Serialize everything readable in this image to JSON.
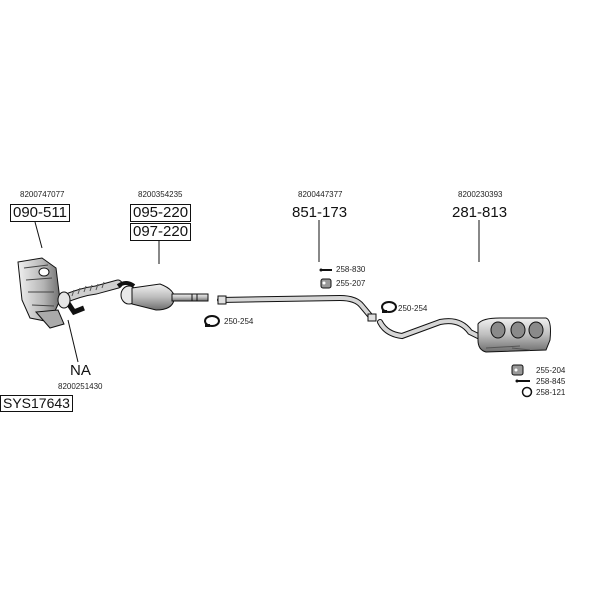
{
  "parts": {
    "manifold": {
      "ref": "8200747077",
      "code": "090-511"
    },
    "catalyst": {
      "ref": "8200354235",
      "codes": [
        "095-220",
        "097-220"
      ]
    },
    "center_pipe": {
      "ref": "8200447377",
      "code": "851-173"
    },
    "rear_silencer": {
      "ref": "8200230393",
      "code": "281-813"
    },
    "front_pipe": {
      "ref": "8200251430",
      "code": "NA"
    }
  },
  "hardware": {
    "bolt_center": "258-830",
    "rubber_center": "255-207",
    "clamp_center": "250-254",
    "clamp_rear": "250-254",
    "rubber_rear": "255-204",
    "bolt_rear": "258-845",
    "ring_rear": "258-121"
  },
  "system_code": "SYS17643",
  "colors": {
    "line": "#111111",
    "part_fill": "#d8d8d8",
    "part_shade": "#9a9a9a"
  }
}
